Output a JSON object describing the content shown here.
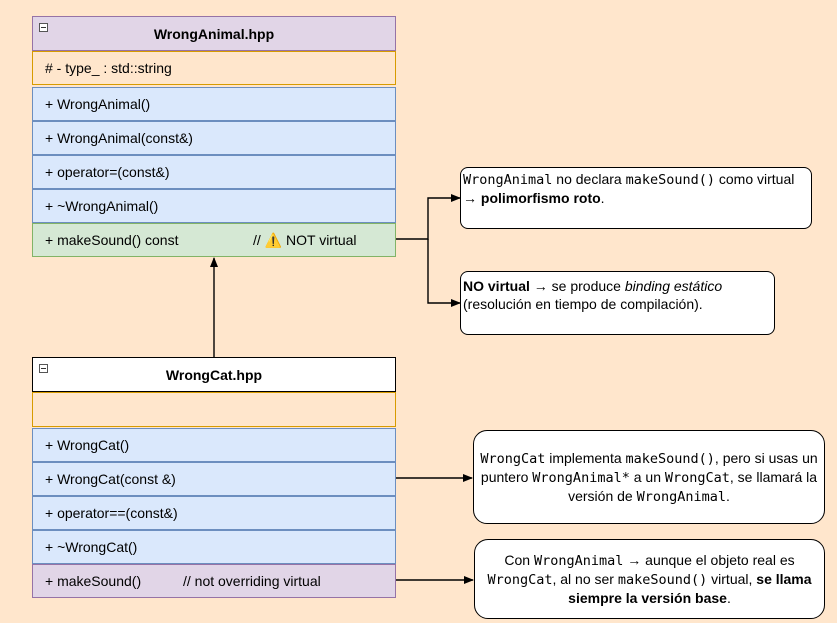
{
  "wrong_animal": {
    "title": "WrongAnimal.hpp",
    "attribute": "# - type_ : std::string",
    "methods": [
      "+ WrongAnimal()",
      "+ WrongAnimal(const&)",
      "+ operator=(const&)",
      "+ ~WrongAnimal()"
    ],
    "make_sound": "+ makeSound() const",
    "make_sound_comment_prefix": "//",
    "warning_emoji": "⚠️",
    "make_sound_comment_text": "NOT virtual"
  },
  "wrong_cat": {
    "title": "WrongCat.hpp",
    "attribute": "",
    "methods": [
      "+ WrongCat()",
      "+ WrongCat(const &)",
      "+ operator==(const&)",
      "+ ~WrongCat()"
    ],
    "make_sound": "+ makeSound()",
    "make_sound_comment": "// not overriding virtual"
  },
  "notes": {
    "n1": {
      "code1": "WrongAnimal",
      "t1": " no declara ",
      "code2": "makeSound()",
      "t2": " como virtual → ",
      "bold": "polimorfismo roto",
      "t3": "."
    },
    "n2": {
      "bold": "NO virtual",
      "t1": " → se produce ",
      "italic": "binding estático",
      "t2": " (resolución en tiempo de compilación)."
    },
    "n3": {
      "code1": "WrongCat",
      "t1": " implementa ",
      "code2": "makeSound()",
      "t2": ", pero si usas un puntero ",
      "code3": "WrongAnimal*",
      "t3": " a un ",
      "code4": "WrongCat",
      "t4": ", se llamará la versión de ",
      "code5": "WrongAnimal",
      "t5": "."
    },
    "n4": {
      "t1": "Con ",
      "code1": "WrongAnimal",
      "t2": " → aunque el objeto real es ",
      "code2": "WrongCat",
      "t3": ", al no ser ",
      "code3": "makeSound()",
      "t4": " virtual, ",
      "bold": "se llama siempre la versión base",
      "t5": "."
    }
  },
  "colors": {
    "background": "#ffe6cc",
    "header_purple": "#e1d5e7",
    "attr_orange": "#ffe6cc",
    "method_blue": "#dae8fc",
    "method_green": "#d5e8d4"
  }
}
